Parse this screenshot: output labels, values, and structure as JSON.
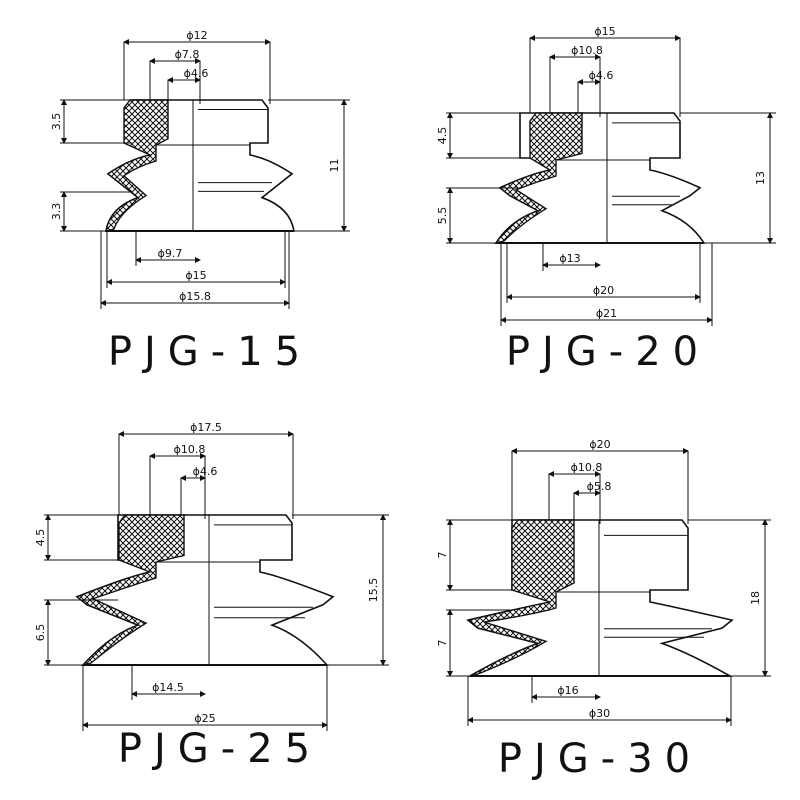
{
  "panels": [
    {
      "model": "PJG-15",
      "top": [
        {
          "label": "ϕ12"
        },
        {
          "label": "ϕ7.8"
        },
        {
          "label": "ϕ4.6"
        }
      ],
      "bottom": [
        {
          "label": "ϕ9.7"
        },
        {
          "label": "ϕ15"
        },
        {
          "label": "ϕ15.8"
        }
      ],
      "left": [
        {
          "label": "3.5"
        },
        {
          "label": "3.3"
        }
      ],
      "right": {
        "label": "11"
      }
    },
    {
      "model": "PJG-20",
      "top": [
        {
          "label": "ϕ15"
        },
        {
          "label": "ϕ10.8"
        },
        {
          "label": "ϕ4.6"
        }
      ],
      "bottom": [
        {
          "label": "ϕ13"
        },
        {
          "label": "ϕ20"
        },
        {
          "label": "ϕ21"
        }
      ],
      "left": [
        {
          "label": "4.5"
        },
        {
          "label": "5.5"
        }
      ],
      "right": {
        "label": "13"
      }
    },
    {
      "model": "PJG-25",
      "top": [
        {
          "label": "ϕ17.5"
        },
        {
          "label": "ϕ10.8"
        },
        {
          "label": "ϕ4.6"
        }
      ],
      "bottom": [
        {
          "label": "ϕ14.5"
        },
        {
          "label": "ϕ25"
        }
      ],
      "left": [
        {
          "label": "4.5"
        },
        {
          "label": "6.5"
        }
      ],
      "right": {
        "label": "15.5"
      }
    },
    {
      "model": "PJG-30",
      "top": [
        {
          "label": "ϕ20"
        },
        {
          "label": "ϕ10.8"
        },
        {
          "label": "ϕ5.8"
        }
      ],
      "bottom": [
        {
          "label": "ϕ16"
        },
        {
          "label": "ϕ30"
        }
      ],
      "left": [
        {
          "label": "7"
        },
        {
          "label": "7"
        }
      ],
      "right": {
        "label": "18"
      }
    }
  ]
}
